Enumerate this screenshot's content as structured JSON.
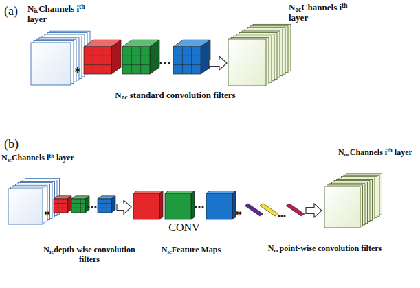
{
  "diagram": {
    "labels": [
      "(a)",
      "NicChannels ith layer",
      "NocChannels ith layer",
      "*",
      "Noc standard convolution filters",
      "(b)",
      "NicChannels ith layer",
      "*",
      "CONV",
      "*",
      "NocChannels ith layer",
      "Nicdepth-wise convolution filters",
      "NicFeature Maps",
      "Nocpoint-wise convolution filters"
    ]
  }
}
